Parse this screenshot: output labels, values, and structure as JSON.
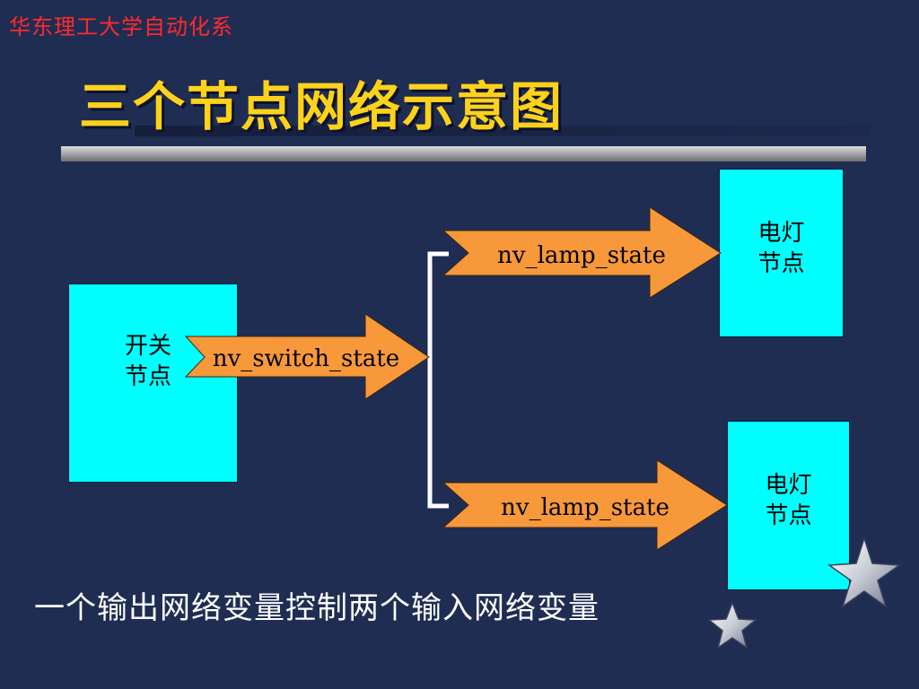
{
  "header": {
    "institution": "华东理工大学自动化系",
    "title": "三个节点网络示意图"
  },
  "diagram": {
    "switch_node": {
      "line1": "开关",
      "line2": "节点"
    },
    "lamp_node_1": {
      "line1": "电灯",
      "line2": "节点"
    },
    "lamp_node_2": {
      "line1": "电灯",
      "line2": "节点"
    },
    "output_variable": "nv_switch_state",
    "input_variable_1": "nv_lamp_state",
    "input_variable_2": "nv_lamp_state"
  },
  "caption": "一个输出网络变量控制两个输入网络变量",
  "colors": {
    "background": "#1f2d53",
    "node_fill": "#00ffff",
    "arrow_fill": "#f7983a",
    "title": "#ffd21a",
    "institution": "#ff2a2a"
  },
  "icons": [
    "star-icon",
    "star-icon"
  ]
}
